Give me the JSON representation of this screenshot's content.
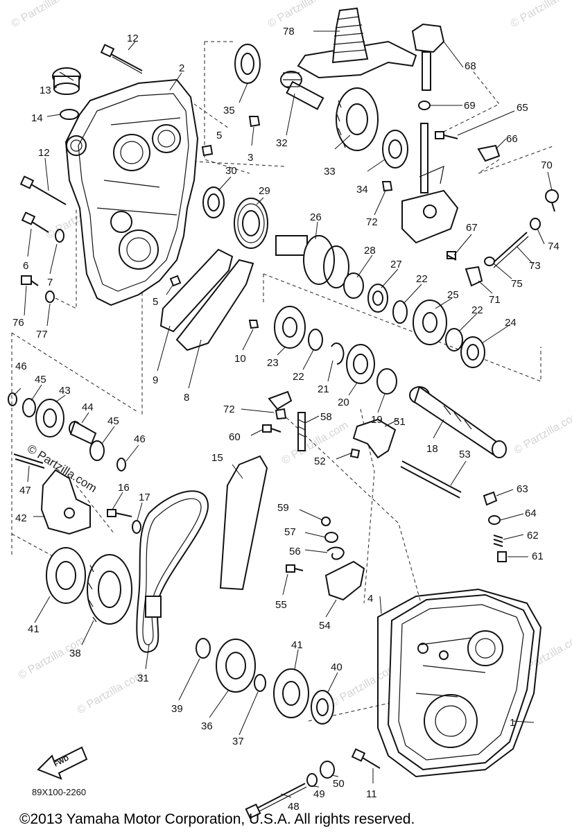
{
  "diagram": {
    "part_numbers": [
      "1",
      "2",
      "3",
      "4",
      "5",
      "5",
      "6",
      "7",
      "8",
      "9",
      "10",
      "11",
      "12",
      "12",
      "13",
      "14",
      "15",
      "16",
      "17",
      "18",
      "19",
      "20",
      "21",
      "22",
      "22",
      "22",
      "23",
      "24",
      "25",
      "26",
      "27",
      "28",
      "29",
      "30",
      "31",
      "32",
      "33",
      "34",
      "35",
      "36",
      "37",
      "38",
      "39",
      "40",
      "41",
      "41",
      "42",
      "43",
      "44",
      "45",
      "45",
      "46",
      "46",
      "47",
      "48",
      "49",
      "50",
      "51",
      "52",
      "53",
      "54",
      "55",
      "56",
      "57",
      "58",
      "59",
      "60",
      "61",
      "62",
      "63",
      "64",
      "65",
      "66",
      "67",
      "68",
      "69",
      "70",
      "71",
      "72",
      "72",
      "73",
      "74",
      "75",
      "76",
      "77",
      "78"
    ],
    "diagram_code": "89X100-2260",
    "fwd_label": "FWD",
    "watermark": "© Partzilla.com",
    "copyright": "©2013  Yamaha Motor Corporation, U.S.A. All rights reserved."
  }
}
